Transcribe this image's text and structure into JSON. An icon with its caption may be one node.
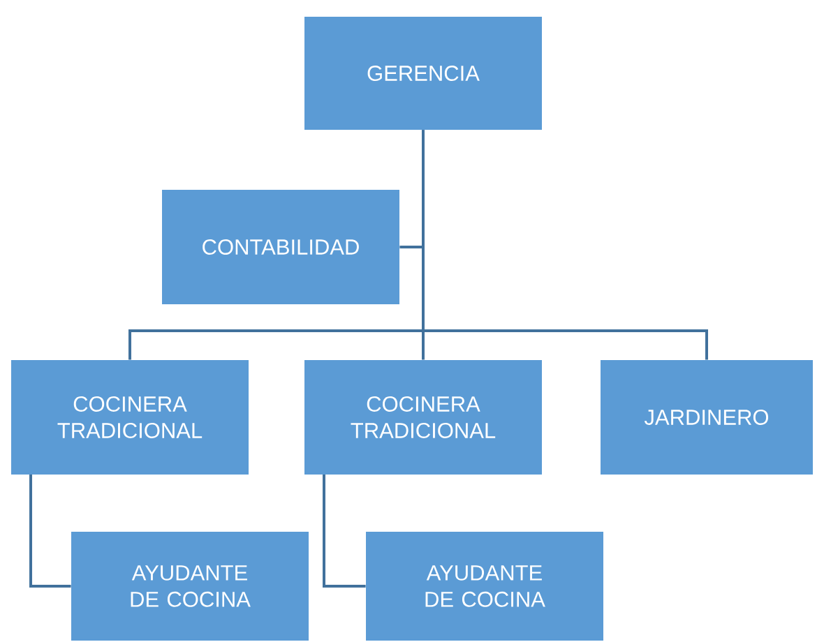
{
  "diagram": {
    "nodes": [
      {
        "text": [
          "GERENCIA"
        ]
      },
      {
        "text": [
          "CONTABILIDAD"
        ]
      },
      {
        "text": [
          "COCINERA TRADICIONAL"
        ]
      },
      {
        "text": [
          "COCINERA TRADICIONAL"
        ]
      },
      {
        "text": [
          "JARDINERO"
        ]
      },
      {
        "text": [
          "AYUDANTE DE COCINA"
        ]
      },
      {
        "text": [
          "AYUDANTE DE COCINA"
        ]
      }
    ],
    "edges": [
      {
        "from": 0,
        "to": 1,
        "arrow": "none"
      },
      {
        "from": 0,
        "to": 2,
        "arrow": "none"
      },
      {
        "from": 0,
        "to": 3,
        "arrow": "none"
      },
      {
        "from": 0,
        "to": 4,
        "arrow": "none"
      },
      {
        "from": 2,
        "to": 5,
        "arrow": "none"
      },
      {
        "from": 3,
        "to": 6,
        "arrow": "none"
      }
    ]
  }
}
